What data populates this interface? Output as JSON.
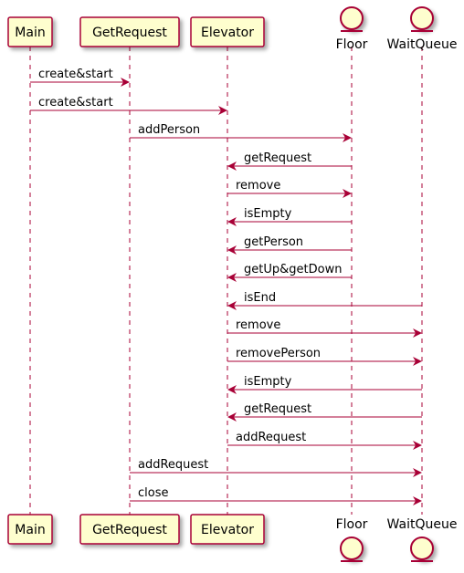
{
  "colors": {
    "box_fill": "#FEFECE",
    "box_stroke": "#A80036",
    "lifeline": "#A80036",
    "arrow": "#A80036",
    "text": "#000000"
  },
  "participants": [
    {
      "id": "main",
      "label": "Main",
      "kind": "participant"
    },
    {
      "id": "getrequest",
      "label": "GetRequest",
      "kind": "participant"
    },
    {
      "id": "elevator",
      "label": "Elevator",
      "kind": "participant"
    },
    {
      "id": "floor",
      "label": "Floor",
      "kind": "entity"
    },
    {
      "id": "waitqueue",
      "label": "WaitQueue",
      "kind": "entity"
    }
  ],
  "messages": [
    {
      "from": "main",
      "to": "getrequest",
      "label": "create&start"
    },
    {
      "from": "main",
      "to": "elevator",
      "label": "create&start"
    },
    {
      "from": "getrequest",
      "to": "floor",
      "label": "addPerson"
    },
    {
      "from": "floor",
      "to": "elevator",
      "label": "getRequest"
    },
    {
      "from": "elevator",
      "to": "floor",
      "label": "remove"
    },
    {
      "from": "floor",
      "to": "elevator",
      "label": "isEmpty"
    },
    {
      "from": "floor",
      "to": "elevator",
      "label": "getPerson"
    },
    {
      "from": "floor",
      "to": "elevator",
      "label": "getUp&getDown"
    },
    {
      "from": "waitqueue",
      "to": "elevator",
      "label": "isEnd"
    },
    {
      "from": "elevator",
      "to": "waitqueue",
      "label": "remove"
    },
    {
      "from": "elevator",
      "to": "waitqueue",
      "label": "removePerson"
    },
    {
      "from": "waitqueue",
      "to": "elevator",
      "label": "isEmpty"
    },
    {
      "from": "waitqueue",
      "to": "elevator",
      "label": "getRequest"
    },
    {
      "from": "elevator",
      "to": "waitqueue",
      "label": "addRequest"
    },
    {
      "from": "getrequest",
      "to": "waitqueue",
      "label": "addRequest"
    },
    {
      "from": "getrequest",
      "to": "waitqueue",
      "label": "close"
    }
  ]
}
